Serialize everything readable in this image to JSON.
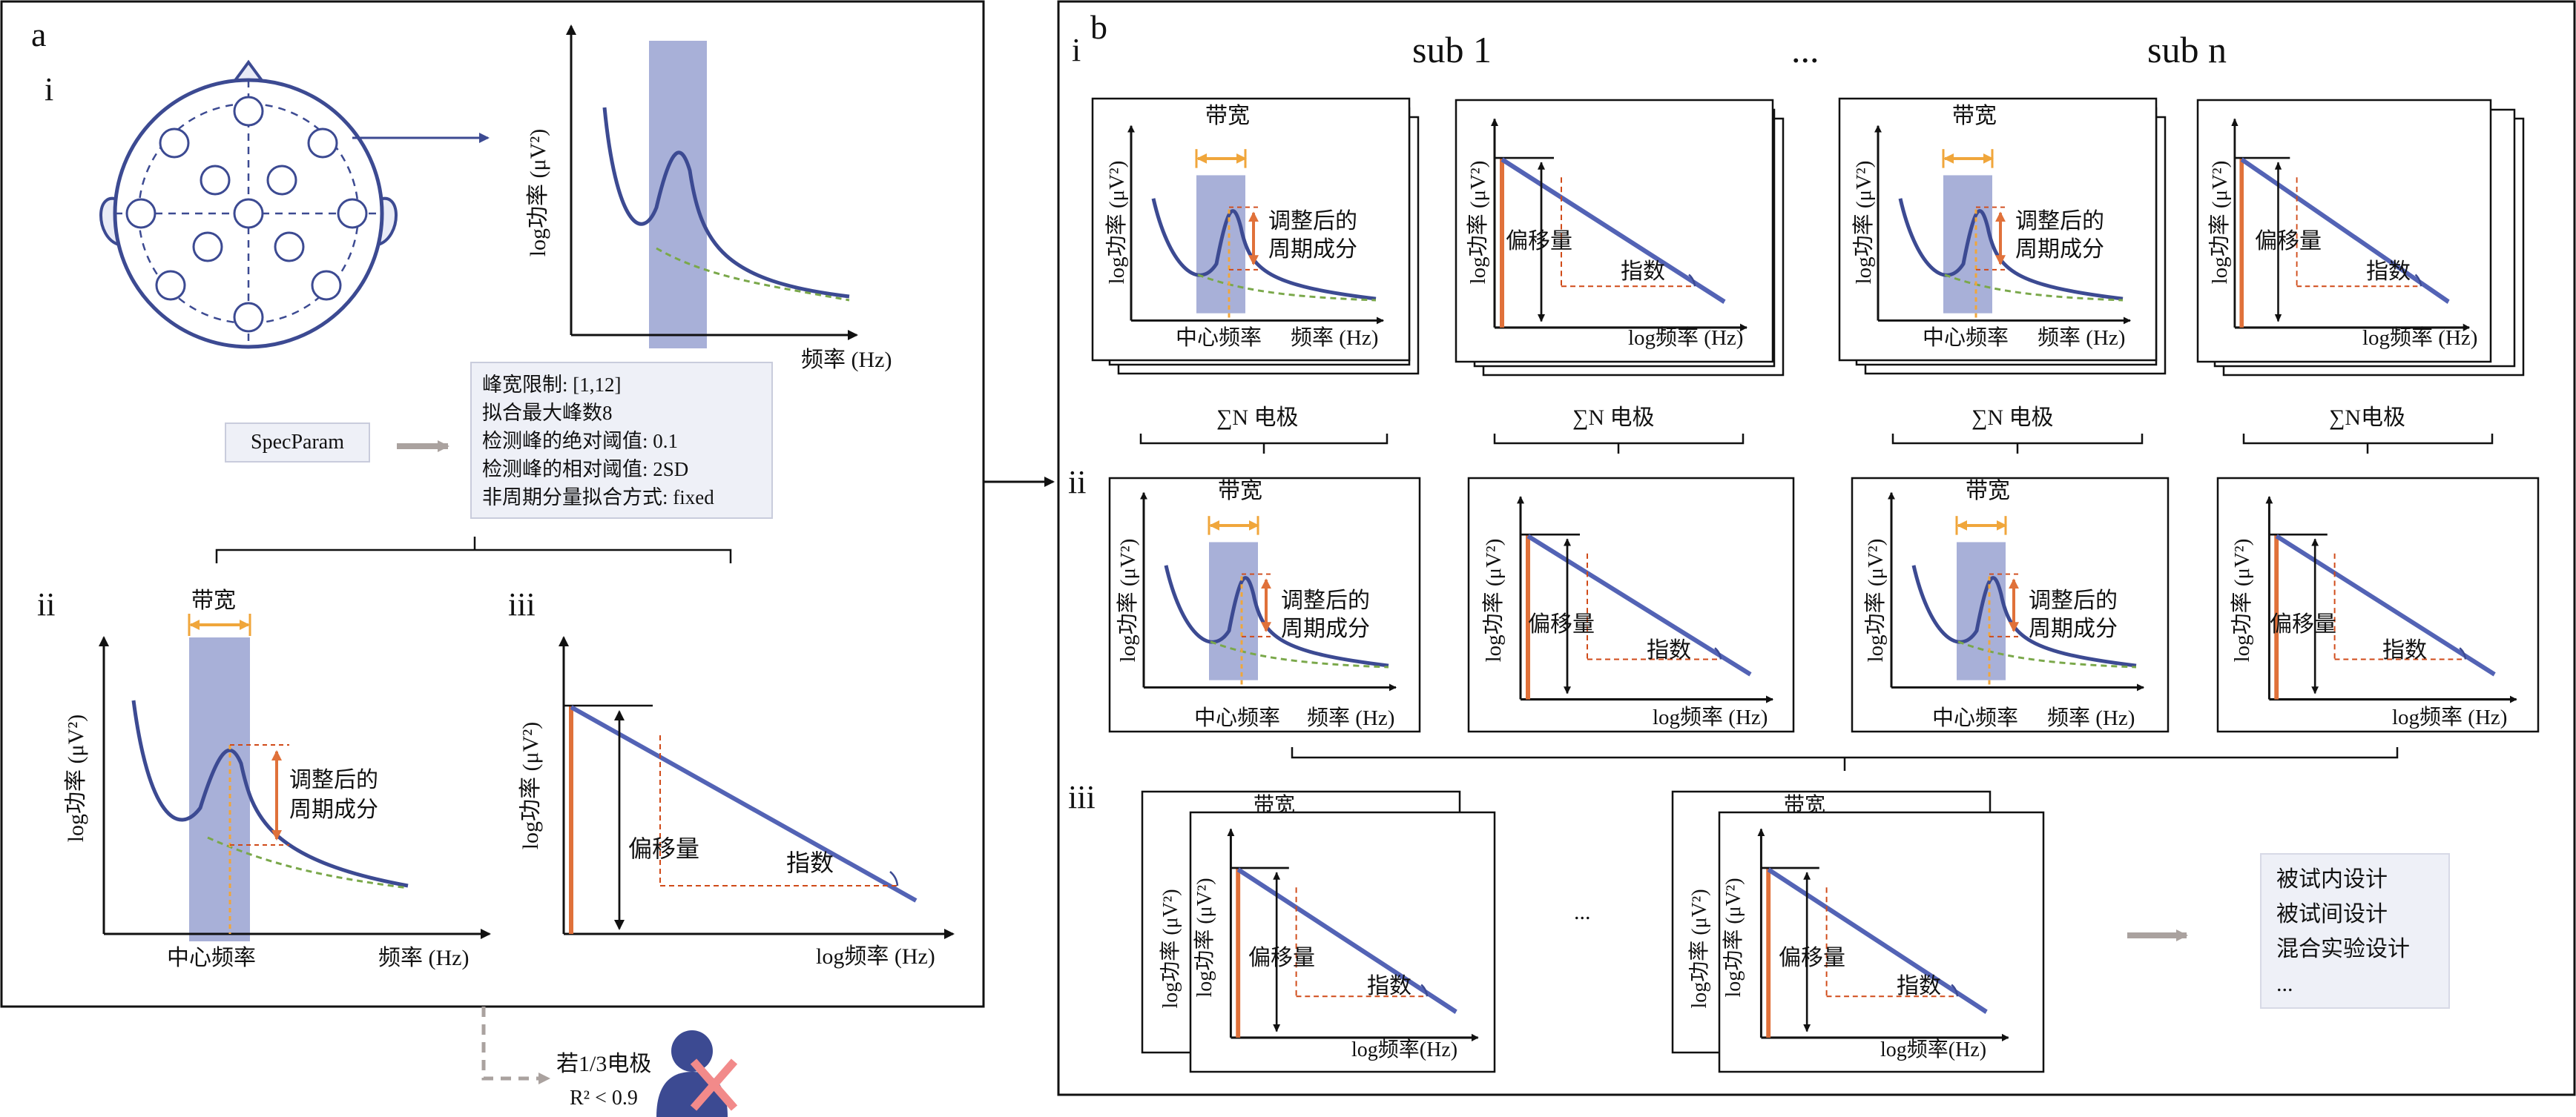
{
  "panel_a": {
    "letter": "a",
    "i_label": "i",
    "ii_label": "ii",
    "iii_label": "iii"
  },
  "panel_b": {
    "letter": "b",
    "i_label": "i",
    "ii_label": "ii",
    "iii_label": "iii",
    "sub1_label": "sub 1",
    "ellipsis_label": "...",
    "subn_label": "sub n",
    "row3_ellipsis": "..."
  },
  "labels": {
    "y_axis_log_power": "log功率 (μV²)",
    "x_axis_freq": "频率 (Hz)",
    "x_axis_log_freq": "log频率 (Hz)",
    "x_axis_log_freq_tight": "log频率(Hz)",
    "bandwidth": "带宽",
    "adjusted_periodic": "调整后的",
    "periodic_component": "周期成分",
    "center_freq": "中心频率",
    "offset": "偏移量",
    "exponent": "指数",
    "sum_electrodes": "∑N 电极",
    "sum_electrodes_nospace": "∑N电极"
  },
  "specparam": {
    "button_label": "SpecParam",
    "params": [
      "峰宽限制: [1,12]",
      "拟合最大峰数8",
      "检测峰的绝对阈值: 0.1",
      "检测峰的相对阈值: 2SD",
      "非周期分量拟合方式: fixed"
    ]
  },
  "rejection": {
    "line1": "若1/3电极",
    "line2": "R² < 0.9",
    "icon": "person-reject-icon"
  },
  "outcomes": {
    "items": [
      "被试内设计",
      "被试间设计",
      "混合实验设计",
      "..."
    ]
  },
  "colors": {
    "curve": "#3c4a92",
    "band": "#a8b0d8",
    "orange": "#e0713a",
    "yellow_arrow": "#f0a63b",
    "green_dash": "#7aa84a",
    "red_dash": "#d04a18",
    "gray_arrow": "#aaa29f",
    "reject_x": "#f28a8a"
  }
}
